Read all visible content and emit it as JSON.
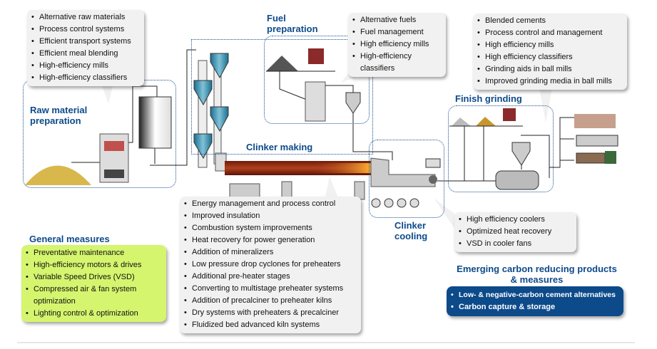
{
  "colors": {
    "title": "#0d4a8a",
    "callout_bg": "#f1f1f1",
    "general_bg": "#d5f56e",
    "emerging_bg": "#0d4a8a",
    "kiln": "#8b2a14"
  },
  "raw": {
    "title": "Raw material preparation",
    "items": [
      "Alternative raw materials",
      "Process control systems",
      "Efficient transport systems",
      "Efficient meal blending",
      "High-efficiency mills",
      "High-efficiency classifiers"
    ]
  },
  "fuel": {
    "title": "Fuel preparation",
    "items": [
      "Alternative fuels",
      "Fuel management",
      "High efficiency mills",
      "High-efficiency classifiers"
    ]
  },
  "finish": {
    "title": "Finish grinding",
    "items": [
      "Blended cements",
      "Process control and management",
      "High efficiency mills",
      "High efficiency classifiers",
      "Grinding aids in ball mills",
      "Improved grinding media in ball mills"
    ]
  },
  "clinker_making": {
    "title": "Clinker making",
    "items": [
      "Energy management and process control",
      "Improved insulation",
      "Combustion system improvements",
      "Heat recovery for power generation",
      "Addition of mineralizers",
      "Low pressure drop cyclones for preheaters",
      "Additional pre-heater stages",
      "Converting to multistage preheater systems",
      "Addition of precalciner to preheater kilns",
      "Dry systems with preheaters & precalciner",
      "Fluidized bed advanced kiln systems"
    ]
  },
  "clinker_cooling": {
    "title": "Clinker cooling",
    "items": [
      "High efficiency coolers",
      "Optimized heat recovery",
      "VSD in cooler fans"
    ]
  },
  "general": {
    "title": "General measures",
    "items": [
      "Preventative maintenance",
      "High-efficiency motors & drives",
      "Variable Speed Drives (VSD)",
      "Compressed air & fan system optimization",
      "Lighting control & optimization"
    ]
  },
  "emerging": {
    "title": "Emerging carbon reducing products & measures",
    "items": [
      "Low- & negative-carbon cement alternatives",
      "Carbon capture & storage"
    ]
  }
}
